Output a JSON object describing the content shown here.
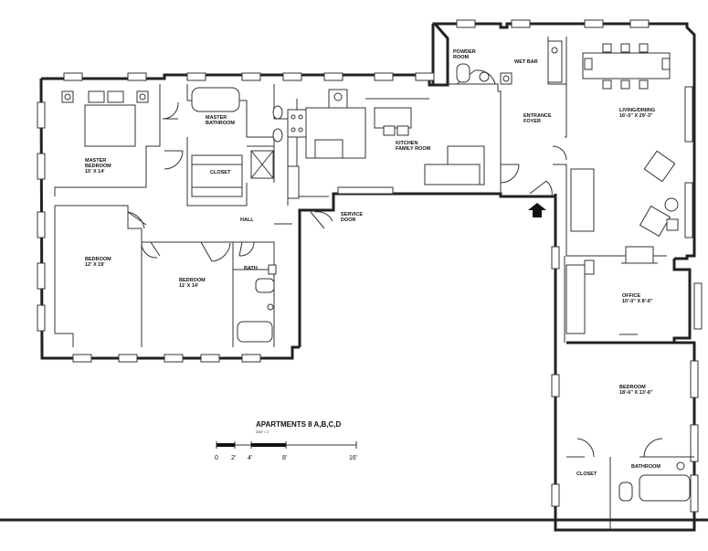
{
  "title": "APARTMENTS 8 A,B,C,D",
  "scale_note": "3/32\" = 1'",
  "scale_ticks": [
    "0",
    "2'",
    "4'",
    "8'",
    "16'"
  ],
  "rooms": {
    "powder_room": [
      "POWDER",
      "ROOM"
    ],
    "wet_bar": "WET BAR",
    "master_bathroom": [
      "MASTER",
      "BATHROOM"
    ],
    "master_bedroom": [
      "MASTER",
      "BEDROOM",
      "15' X 14'"
    ],
    "closet_master": "CLOSET",
    "kitchen": [
      "KITCHEN",
      "FAMILY ROOM"
    ],
    "entrance": [
      "ENTRANCE",
      "FOYER"
    ],
    "living": [
      "LIVING/DINING",
      "16'-0\" X 29'-3\""
    ],
    "hall": "HALL",
    "service_door": [
      "SERVICE",
      "DOOR"
    ],
    "bedroom_1": [
      "BEDROOM",
      "12' X 19'"
    ],
    "bedroom_2": [
      "BEDROOM",
      "11' X 14'"
    ],
    "bath": "BATH",
    "office": [
      "OFFICE",
      "10'-0\" X 8'-6\""
    ],
    "bedroom_3": [
      "BEDROOM",
      "18'-6\" X 13'-6\""
    ],
    "closet_right": "CLOSET",
    "bathroom_right": "BATHROOM"
  }
}
